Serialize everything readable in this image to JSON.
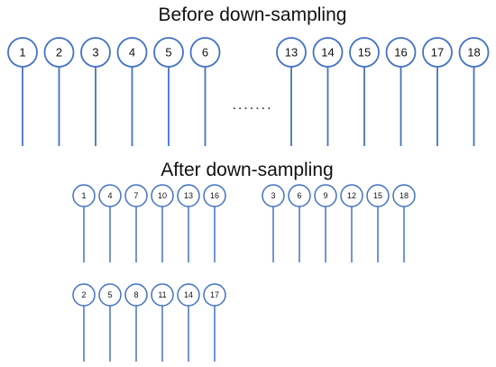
{
  "title_before": "Before down-sampling",
  "title_after": "After down-sampling",
  "ellipsis": ".......",
  "line_color": "#4472C4",
  "before": {
    "left": [
      "1",
      "2",
      "3",
      "4",
      "5",
      "6"
    ],
    "right": [
      "13",
      "14",
      "15",
      "16",
      "17",
      "18"
    ]
  },
  "after": {
    "group_a": [
      "1",
      "4",
      "7",
      "10",
      "13",
      "16"
    ],
    "group_b": [
      "3",
      "6",
      "9",
      "12",
      "15",
      "18"
    ],
    "group_c": [
      "2",
      "5",
      "8",
      "11",
      "14",
      "17"
    ]
  }
}
